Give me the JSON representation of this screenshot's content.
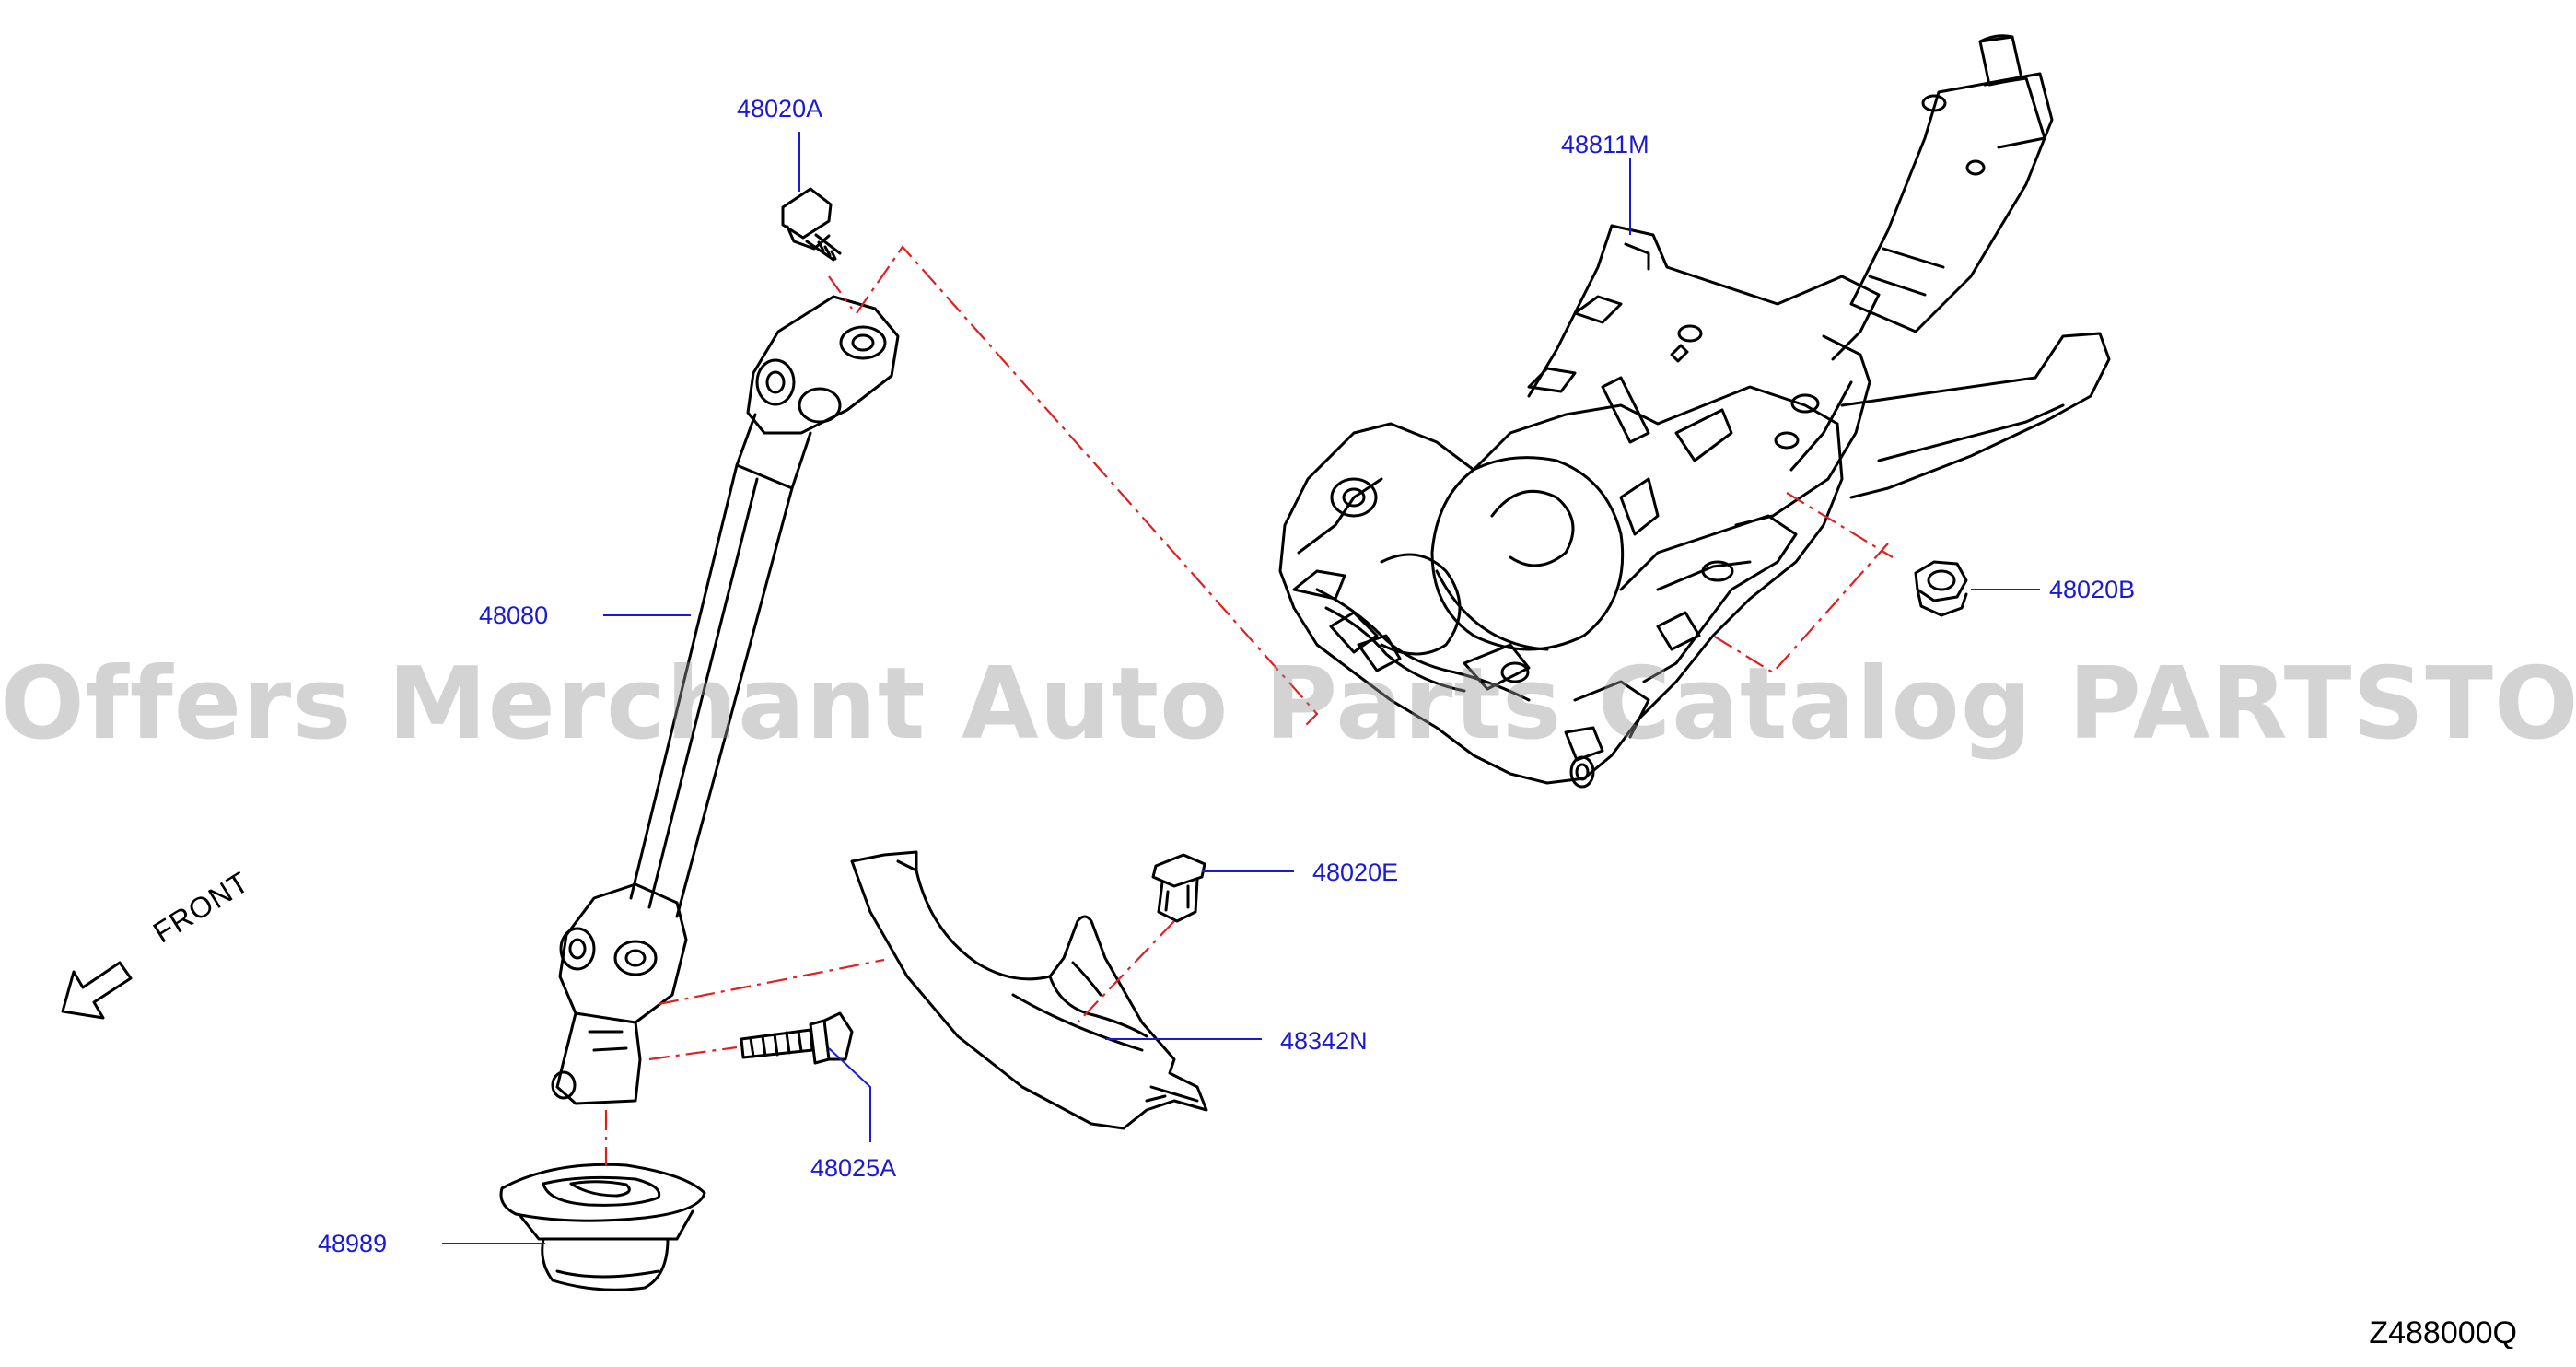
{
  "callouts": {
    "p48020A": "48020A",
    "p48811M": "48811M",
    "p48080": "48080",
    "p48020B": "48020B",
    "p48020E": "48020E",
    "p48342N": "48342N",
    "p48025A": "48025A",
    "p48989": "48989"
  },
  "front_label": "FRONT",
  "diagram_code": "Z488000Q",
  "watermark": "Offers Merchant Auto Parts Catalog PARTSTORE.SA",
  "colors": {
    "callout_text": "#1a1ad6",
    "leader_line": "#1a1ad6",
    "dash_line": "#e02020",
    "part_outline": "#000000",
    "watermark": "#969696"
  }
}
